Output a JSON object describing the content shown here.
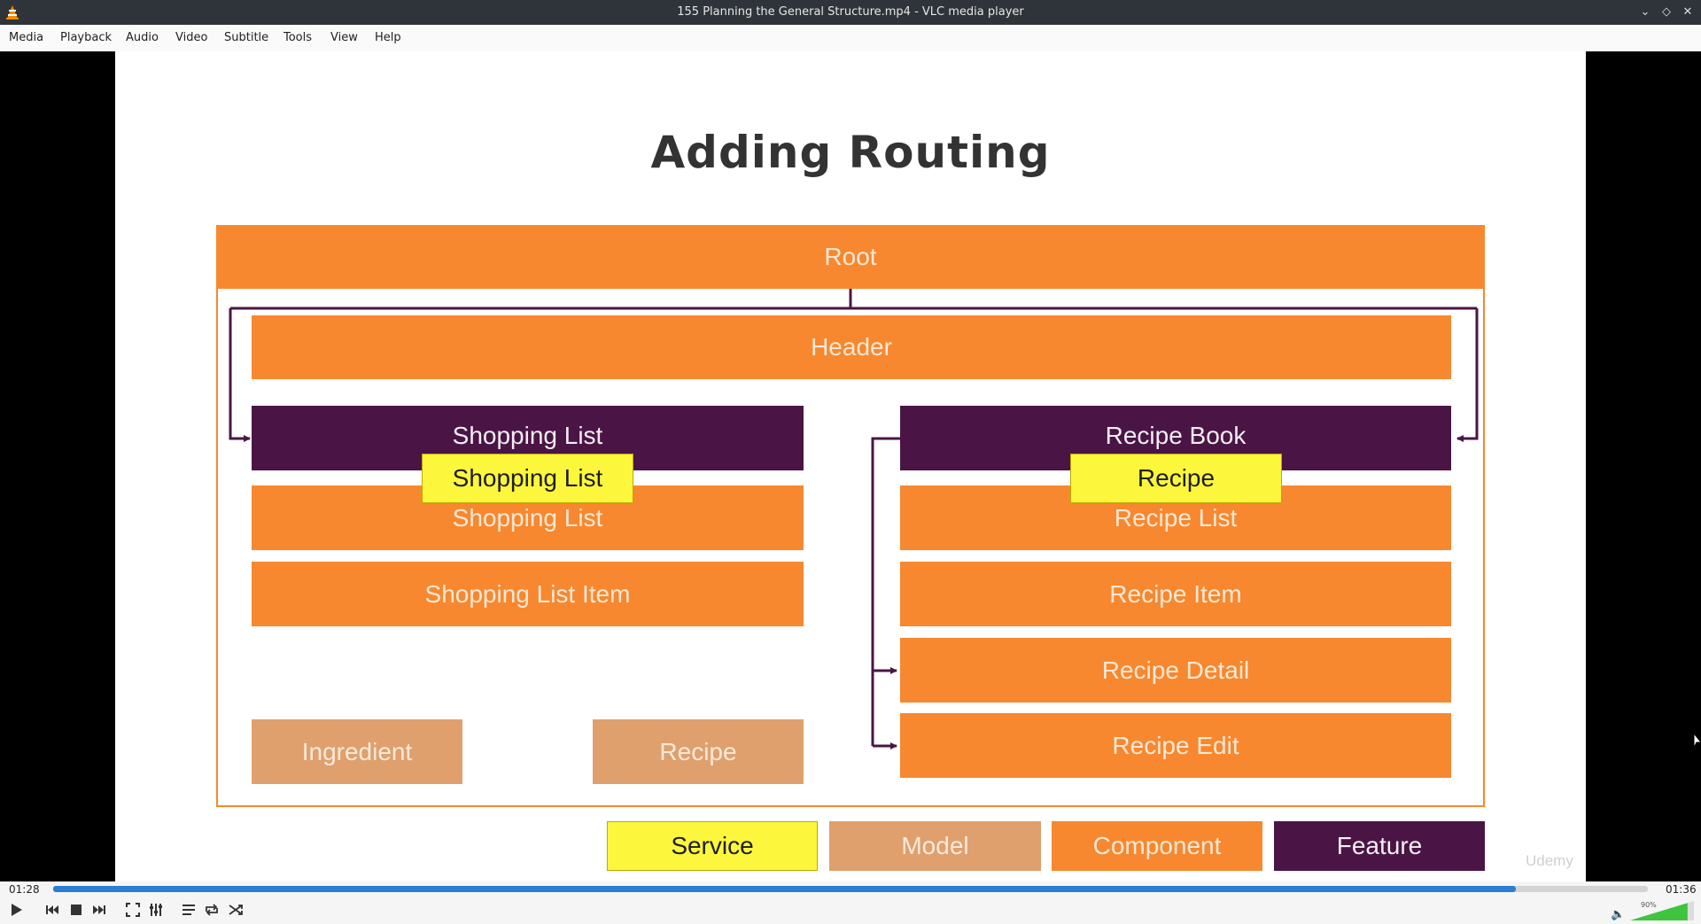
{
  "window": {
    "title": "155 Planning the General Structure.mp4 - VLC media player"
  },
  "menu": [
    "Media",
    "Playback",
    "Audio",
    "Video",
    "Subtitle",
    "Tools",
    "View",
    "Help"
  ],
  "slide": {
    "title": "Adding Routing",
    "boxes": {
      "root": "Root",
      "header": "Header",
      "shopping_list_feature": "Shopping List",
      "shopping_list_service": "Shopping List",
      "shopping_list_component": "Shopping List",
      "shopping_list_item": "Shopping List Item",
      "recipe_book": "Recipe Book",
      "recipe_service": "Recipe",
      "recipe_list": "Recipe List",
      "recipe_item": "Recipe Item",
      "recipe_detail": "Recipe Detail",
      "recipe_edit": "Recipe Edit",
      "ingredient_model": "Ingredient",
      "recipe_model": "Recipe"
    },
    "legend": [
      "Service",
      "Model",
      "Component",
      "Feature"
    ],
    "watermark": "Udemy",
    "colors": {
      "component": "#f7882f",
      "feature": "#4a1545",
      "model": "#dfa06d",
      "service": "#fcf73d"
    }
  },
  "player": {
    "elapsed": "01:28",
    "total": "01:36",
    "progress": 0.917,
    "volume_label": "90%",
    "volume": 0.9
  }
}
